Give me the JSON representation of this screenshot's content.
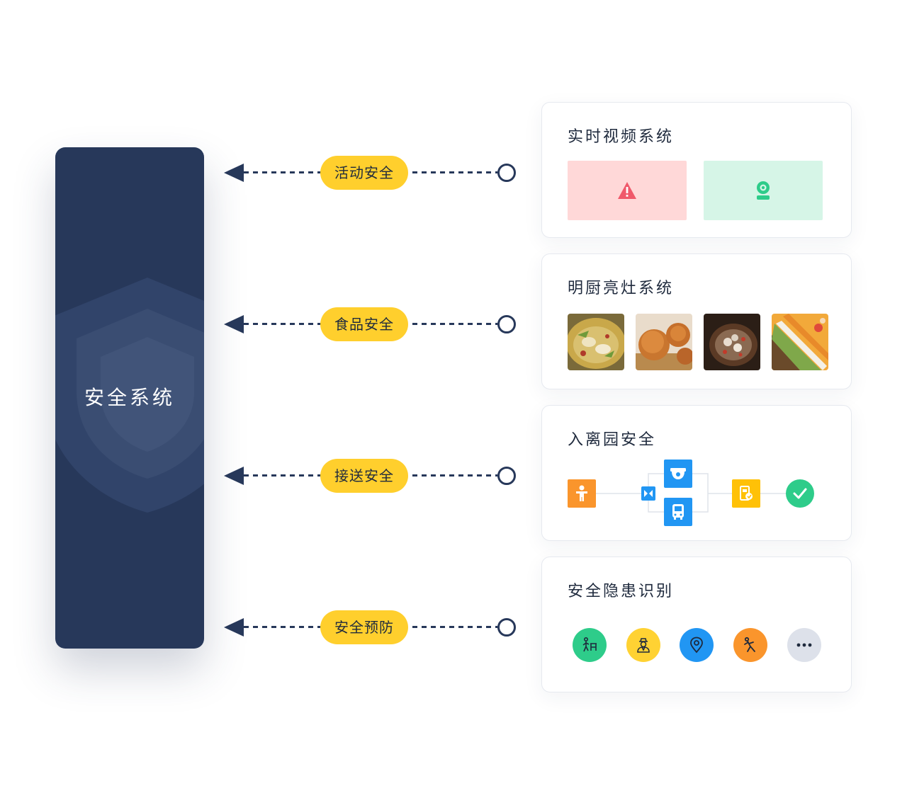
{
  "system": {
    "title": "安全系统"
  },
  "connectors": [
    {
      "label": "活动安全"
    },
    {
      "label": "食品安全"
    },
    {
      "label": "接送安全"
    },
    {
      "label": "安全预防"
    }
  ],
  "cards": {
    "video": {
      "title": "实时视频系统",
      "tiles": [
        "warning-icon",
        "camera-icon"
      ]
    },
    "kitchen": {
      "title": "明厨亮灶系统",
      "photos": [
        "soup-dish-photo",
        "bread-photo",
        "dessert-soup-photo",
        "cake-roll-photo"
      ]
    },
    "entry": {
      "title": "入离园安全",
      "steps": [
        "child-icon",
        "gate-icon",
        "dome-camera-icon",
        "bus-icon",
        "pickup-card-icon",
        "check-icon"
      ]
    },
    "hazard": {
      "title": "安全隐患识别",
      "icons": [
        "climb-icon",
        "stranger-icon",
        "location-icon",
        "fall-icon",
        "more-icon"
      ]
    }
  },
  "colors": {
    "navy": "#27385a",
    "yellow": "#ffcf2d",
    "alert_bg": "#ffd8d8",
    "alert": "#f0586a",
    "camera_bg": "#d6f5e7",
    "green": "#2ecc8a",
    "orange": "#fa952c",
    "blue": "#2196f3",
    "amber": "#ffc107",
    "gray": "#dde1ea"
  }
}
